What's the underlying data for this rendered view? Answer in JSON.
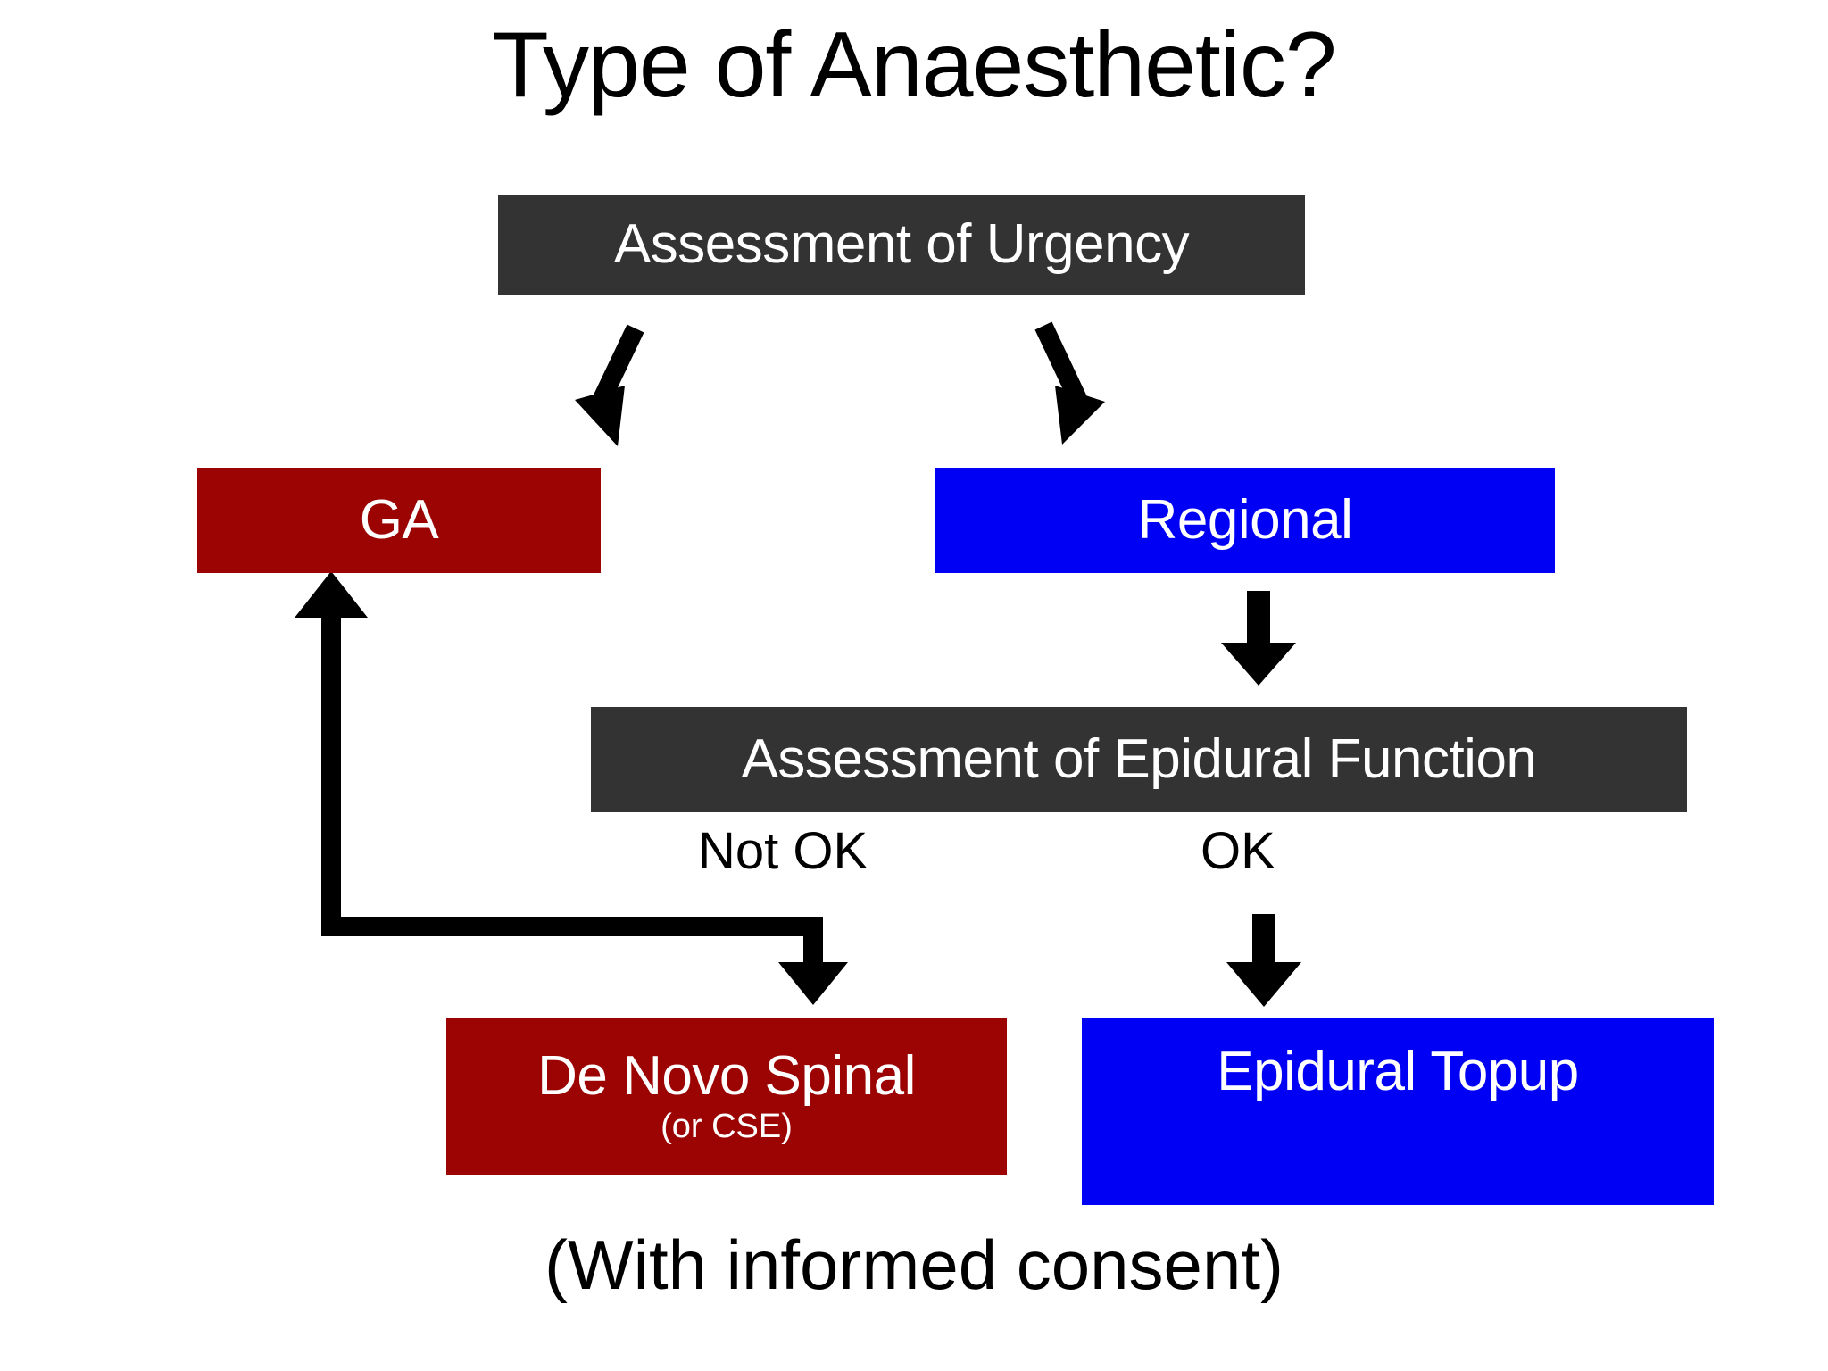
{
  "title": "Type of Anaesthetic?",
  "footnote": "(With informed consent)",
  "colors": {
    "dark": "#333333",
    "red": "#9c0404",
    "blue": "#0000f5",
    "background": "#ffffff",
    "text_on_fill": "#ffffff",
    "text_plain": "#000000"
  },
  "nodes": {
    "assessment_urgency": {
      "label": "Assessment of Urgency",
      "fill": "dark"
    },
    "ga": {
      "label": "GA",
      "fill": "red"
    },
    "regional": {
      "label": "Regional",
      "fill": "blue"
    },
    "assessment_epidural": {
      "label": "Assessment of Epidural Function",
      "fill": "dark"
    },
    "de_novo_spinal": {
      "label": "De Novo Spinal",
      "sublabel": "(or CSE)",
      "fill": "red"
    },
    "epidural_topup": {
      "label": "Epidural Topup",
      "fill": "blue"
    }
  },
  "edge_labels": {
    "not_ok": "Not OK",
    "ok": "OK"
  },
  "chart_data": {
    "type": "diagram",
    "diagram_kind": "flowchart",
    "title": "Type of Anaesthetic?",
    "nodes": [
      {
        "id": "assessment_urgency",
        "text": "Assessment of Urgency",
        "color": "#333333",
        "shape": "rect"
      },
      {
        "id": "ga",
        "text": "GA",
        "color": "#9c0404",
        "shape": "rect"
      },
      {
        "id": "regional",
        "text": "Regional",
        "color": "#0000f5",
        "shape": "rect"
      },
      {
        "id": "assessment_epidural",
        "text": "Assessment of Epidural Function",
        "color": "#333333",
        "shape": "rect"
      },
      {
        "id": "de_novo_spinal",
        "text": "De Novo Spinal (or CSE)",
        "color": "#9c0404",
        "shape": "rect"
      },
      {
        "id": "epidural_topup",
        "text": "Epidural Topup",
        "color": "#0000f5",
        "shape": "rect"
      }
    ],
    "edges": [
      {
        "from": "assessment_urgency",
        "to": "ga",
        "label": ""
      },
      {
        "from": "assessment_urgency",
        "to": "regional",
        "label": ""
      },
      {
        "from": "regional",
        "to": "assessment_epidural",
        "label": ""
      },
      {
        "from": "assessment_epidural",
        "to": "de_novo_spinal",
        "label": "Not OK"
      },
      {
        "from": "assessment_epidural",
        "to": "epidural_topup",
        "label": "OK"
      },
      {
        "from": "de_novo_spinal",
        "to": "ga",
        "label": ""
      }
    ],
    "annotations": [
      "(With informed consent)"
    ]
  }
}
